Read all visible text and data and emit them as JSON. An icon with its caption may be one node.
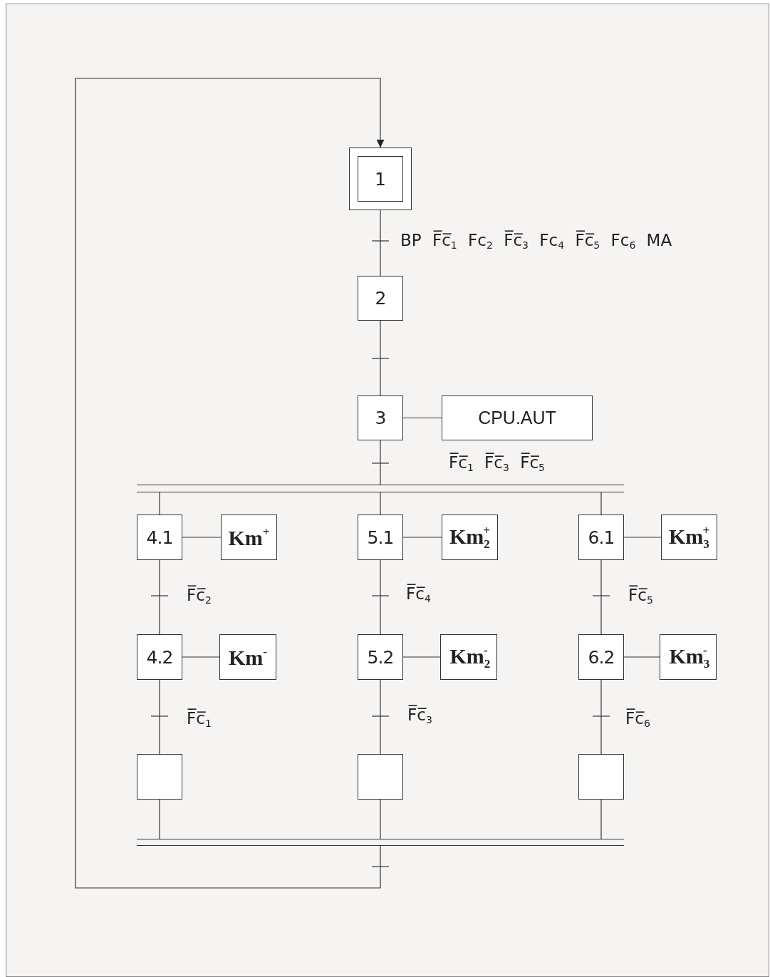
{
  "diagram": {
    "nodes": [
      {
        "text": [
          "1"
        ]
      },
      {
        "text": [
          "2"
        ]
      },
      {
        "text": [
          "3"
        ]
      },
      {
        "text": [
          "CPU.AUT"
        ]
      },
      {
        "text": [
          "4.1"
        ]
      },
      {
        "text": [
          "Km$^{+}$"
        ]
      },
      {
        "text": [
          "5.1"
        ]
      },
      {
        "text": [
          "Km$_{2}$$^{+}$"
        ]
      },
      {
        "text": [
          "6.1"
        ]
      },
      {
        "text": [
          "Km$_{3}$$^{+}$"
        ]
      },
      {
        "text": [
          "4.2"
        ]
      },
      {
        "text": [
          "Km$^{-}$"
        ]
      },
      {
        "text": [
          "5.2"
        ]
      },
      {
        "text": [
          "Km$_{2}$$^{-}$"
        ]
      },
      {
        "text": [
          "6.2"
        ]
      },
      {
        "text": [
          "Km$_{3}$$^{-}$"
        ]
      },
      {
        "text": [],
        "shape": "box"
      },
      {
        "text": [],
        "shape": "box"
      },
      {
        "text": [],
        "shape": "box"
      },
      {
        "text": [],
        "shape": "bar"
      },
      {
        "text": [],
        "shape": "bar"
      }
    ],
    "edges": [
      {
        "from": 0,
        "to": 1,
        "arrow": "none",
        "label": "BP F̅c̅$_{1}$ Fc$_{2}$ F̅c̅$_{3}$ Fc$_{4}$ F̅c̅$_{5}$ Fc$_{6}$ MA"
      },
      {
        "from": 1,
        "to": 2,
        "arrow": "none"
      },
      {
        "from": 2,
        "to": 3,
        "arrow": "none"
      },
      {
        "from": 2,
        "to": 19,
        "arrow": "none",
        "label": "F̅c̅$_{1}$ F̅c̅$_{3}$ F̅c̅$_{5}$"
      },
      {
        "from": 19,
        "to": 4,
        "arrow": "none"
      },
      {
        "from": 19,
        "to": 6,
        "arrow": "none"
      },
      {
        "from": 19,
        "to": 8,
        "arrow": "none"
      },
      {
        "from": 4,
        "to": 5,
        "arrow": "none"
      },
      {
        "from": 6,
        "to": 7,
        "arrow": "none"
      },
      {
        "from": 8,
        "to": 9,
        "arrow": "none"
      },
      {
        "from": 4,
        "to": 10,
        "arrow": "none",
        "label": "F̅c̅$_{2}$"
      },
      {
        "from": 6,
        "to": 12,
        "arrow": "none",
        "label": "F̅c̅$_{4}$"
      },
      {
        "from": 8,
        "to": 14,
        "arrow": "none",
        "label": "F̅c̅$_{5}$"
      },
      {
        "from": 10,
        "to": 11,
        "arrow": "none"
      },
      {
        "from": 12,
        "to": 13,
        "arrow": "none"
      },
      {
        "from": 14,
        "to": 15,
        "arrow": "none"
      },
      {
        "from": 10,
        "to": 16,
        "arrow": "none",
        "label": "F̅c̅$_{1}$"
      },
      {
        "from": 12,
        "to": 17,
        "arrow": "none",
        "label": "F̅c̅$_{3}$"
      },
      {
        "from": 14,
        "to": 18,
        "arrow": "none",
        "label": "F̅c̅$_{6}$"
      },
      {
        "from": 16,
        "to": 20,
        "arrow": "none"
      },
      {
        "from": 17,
        "to": 20,
        "arrow": "none"
      },
      {
        "from": 18,
        "to": 20,
        "arrow": "none"
      },
      {
        "from": 20,
        "to": 0,
        "arrow": "to"
      }
    ]
  }
}
